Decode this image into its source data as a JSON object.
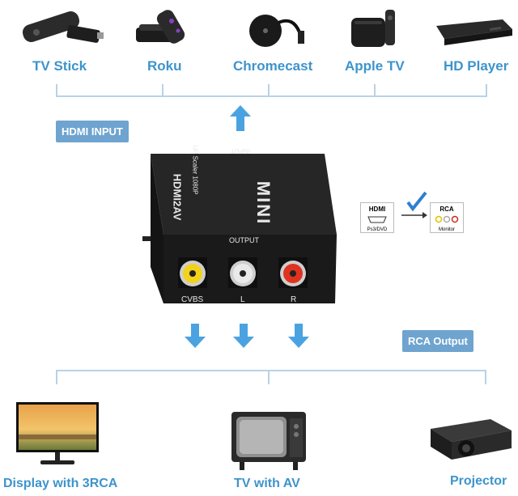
{
  "sources": [
    {
      "label": "TV Stick"
    },
    {
      "label": "Roku"
    },
    {
      "label": "Chromecast"
    },
    {
      "label": "Apple TV"
    },
    {
      "label": "HD Player"
    }
  ],
  "tags": {
    "hdmi_input": "HDMI INPUT",
    "rca_output": "RCA Output"
  },
  "device": {
    "input_label": "INPUT",
    "brand": "MINI",
    "model": "HDMI2AV",
    "subtitle": "UP Scaler 1080P",
    "output_label": "OUTPUT",
    "ports": [
      {
        "label": "CVBS",
        "color": "#f2d21a"
      },
      {
        "label": "L",
        "color": "#e9e9e9"
      },
      {
        "label": "R",
        "color": "#e0331f"
      }
    ]
  },
  "schematic": {
    "hdmi_box_title": "HDMI",
    "hdmi_box_sub": "Ps3/DVD",
    "rca_box_title": "RCA",
    "rca_box_sub": "Monitor"
  },
  "outputs": [
    {
      "label": "Display with 3RCA"
    },
    {
      "label": "TV with AV"
    },
    {
      "label": "Projector"
    }
  ],
  "colors": {
    "accent": "#3d94cc",
    "tag_bg": "#6ea4cf",
    "arrow": "#4aa3e0",
    "line": "#b9d2e6"
  }
}
